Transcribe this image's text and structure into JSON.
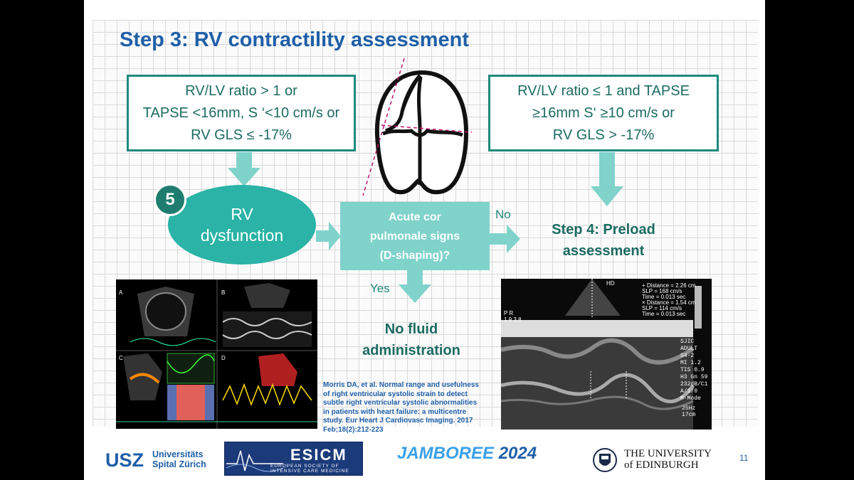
{
  "slide": {
    "title": "Step 3: RV contractility assessment",
    "page_number": "11"
  },
  "left_criteria": {
    "line1": "RV/LV ratio > 1 or",
    "line2": "TAPSE <16mm, S ‘<10 cm/s or",
    "line3": "RV GLS ≤ -17%"
  },
  "right_criteria": {
    "line1": "RV/LV ratio ≤ 1 and TAPSE",
    "line2": "≥16mm S‘ ≥10 cm/s or",
    "line3": "RV GLS > -17%"
  },
  "rv_node": {
    "badge": "5",
    "line1": "RV",
    "line2": "dysfunction"
  },
  "cor_node": {
    "line1": "Acute cor",
    "line2": "pulmonale signs",
    "line3": "(D-shaping)?"
  },
  "edges": {
    "no_label": "No",
    "yes_label": "Yes"
  },
  "preload": {
    "line1": "Step 4: Preload",
    "line2": "assessment"
  },
  "no_fluid": {
    "line1": "No fluid",
    "line2": "administration"
  },
  "reference": {
    "text": "Morris DA, et al. Normal range and usefulness of right ventricular systolic strain to detect subtle right ventricular systolic abnormalities in patients with heart failure: a multicentre study. Eur Heart J Cardiovasc Imaging. 2017 Feb;18(2):212-223"
  },
  "echo_left": {
    "panel_a": "A",
    "panel_b": "B",
    "panel_c": "C",
    "panel_d": "D"
  },
  "echo_right": {
    "hd": "HD",
    "dist1": "+ Distance = 2.26 cm",
    "slp1": "SLP = 168 cm/s",
    "time1": "Time = 0.013 sec",
    "dist2": "× Distance = 1.54 cm",
    "slp2": "SLP = 114 cm/s",
    "time2": "Time = 0.013 sec",
    "side1": "SJIC ADULT",
    "side2": "S4-2",
    "side3": "MI 1.2",
    "side4": "TIS 0.9",
    "side5": "H3   Gn 59",
    "side6": "232dB/C1",
    "side7": "A/1/0",
    "side8": "M-Mode",
    "side9": "25Hz  17cm",
    "pr": "P    R",
    "scale": "1.9  3.8"
  },
  "logos": {
    "usz_mark": "USZ",
    "usz_line1": "Universitäts",
    "usz_line2": "Spital Zürich",
    "esicm_name": "ESICM",
    "esicm_sub1": "EUROPEAN SOCIETY OF",
    "esicm_sub2": "INTENSIVE CARE MEDICINE",
    "jamboree_word": "JAMBOREE",
    "jamboree_year": "2024",
    "edinburgh_line1": "THE UNIVERSITY",
    "edinburgh_line2": "of EDINBURGH"
  },
  "colors": {
    "title_blue": "#1f5fa8",
    "teal_border": "#1f8a7d",
    "teal_text": "#1c6b62",
    "ellipse": "#2ab3a6",
    "arrow": "#7fd3cb"
  }
}
